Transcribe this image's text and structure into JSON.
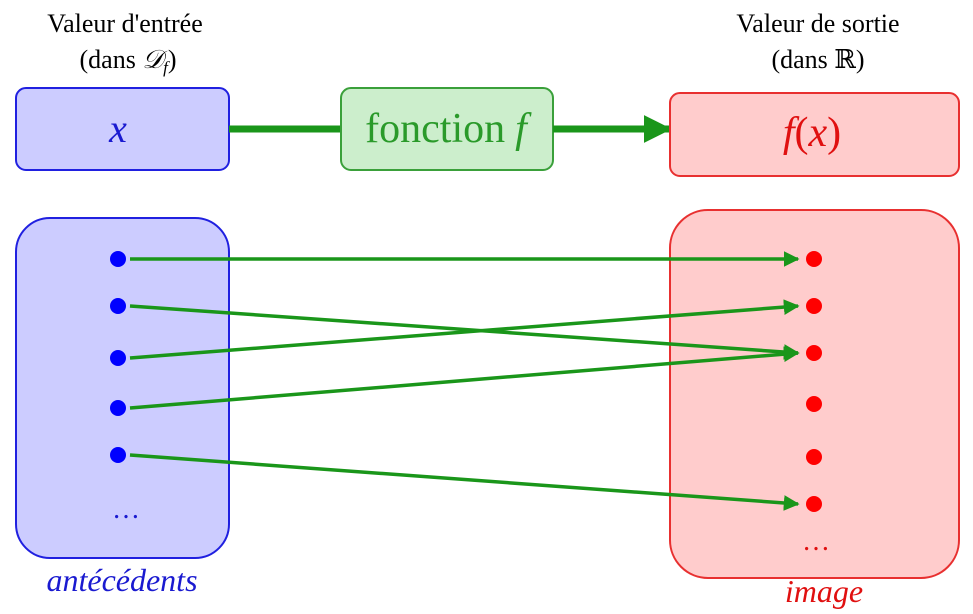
{
  "input_header": {
    "line1": "Valeur d'entrée",
    "line2_prefix": "(dans ",
    "line2_symbol": "𝒟",
    "line2_subscript": "f",
    "line2_suffix": ")"
  },
  "output_header": {
    "line1": "Valeur de sortie",
    "line2": "(dans ℝ)"
  },
  "input_box": {
    "label": "x"
  },
  "function_box": {
    "label_text": "fonction",
    "label_var": "f"
  },
  "output_box": {
    "label_f": "f",
    "label_paren_open": "(",
    "label_x": "x",
    "label_paren_close": ")"
  },
  "domain_set": {
    "ellipsis": "…",
    "caption": "antécédents",
    "point_count": 5
  },
  "image_set": {
    "ellipsis": "…",
    "caption": "image",
    "point_count": 6
  },
  "mappings": [
    {
      "from": 0,
      "to": 0
    },
    {
      "from": 1,
      "to": 2
    },
    {
      "from": 2,
      "to": 1
    },
    {
      "from": 3,
      "to": 2
    },
    {
      "from": 4,
      "to": 5
    }
  ],
  "colors": {
    "input_fill": "#ccccff",
    "input_stroke": "#2020e0",
    "input_text": "#1a1ad0",
    "function_fill": "#cceecc",
    "function_stroke": "#3aa03a",
    "function_text": "#2a9a2a",
    "output_fill": "#ffcccc",
    "output_stroke": "#e83030",
    "output_text": "#e01010",
    "arrow": "#1a961a",
    "domain_point": "#0000ff",
    "image_point": "#ff0000"
  }
}
